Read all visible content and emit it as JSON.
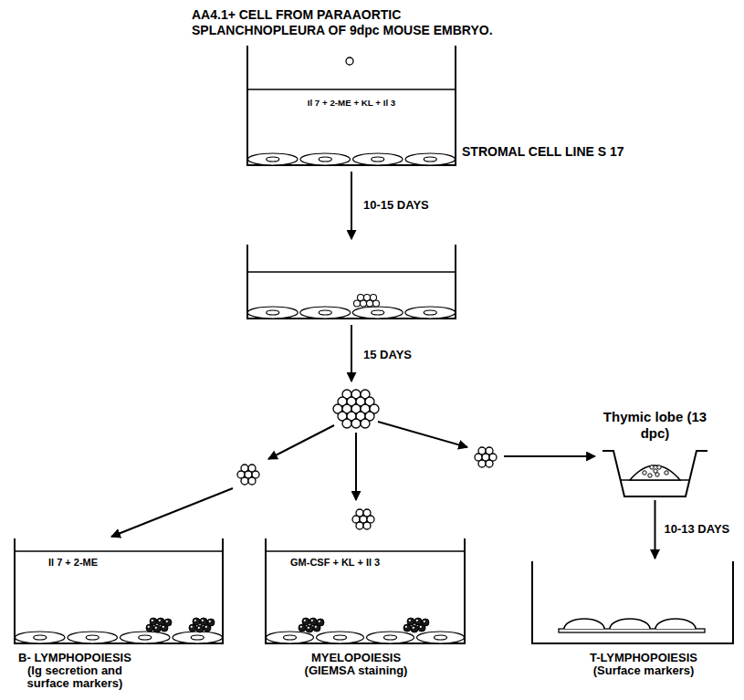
{
  "diagram": {
    "title": "AA4.1+ CELL FROM PARAAORTIC SPLANCHNOPLEURA OF 9dpc MOUSE EMBRYO.",
    "nodes": [
      {
        "text": [
          "Il 7 + 2-ME + KL + Il 3",
          "STROMAL CELL LINE S 17"
        ]
      },
      {
        "text": [
          "Thymic lobe (13 dpc)"
        ]
      },
      {
        "text": [
          "Il 7 + 2-ME",
          "B- LYMPHOPOIESIS (Ig secretion and surface markers)"
        ]
      },
      {
        "text": [
          "GM-CSF + KL + Il 3",
          "MYELOPOIESIS (GIEMSA staining)"
        ]
      },
      {
        "text": [
          "T-LYMPHOPOIESIS (Surface markers)"
        ]
      }
    ],
    "edges": [
      {
        "from": 1,
        "to": 4,
        "arrow": "to",
        "label": "10-13 DAYS"
      }
    ],
    "labels": [
      "10-15 DAYS",
      "15 DAYS"
    ]
  }
}
